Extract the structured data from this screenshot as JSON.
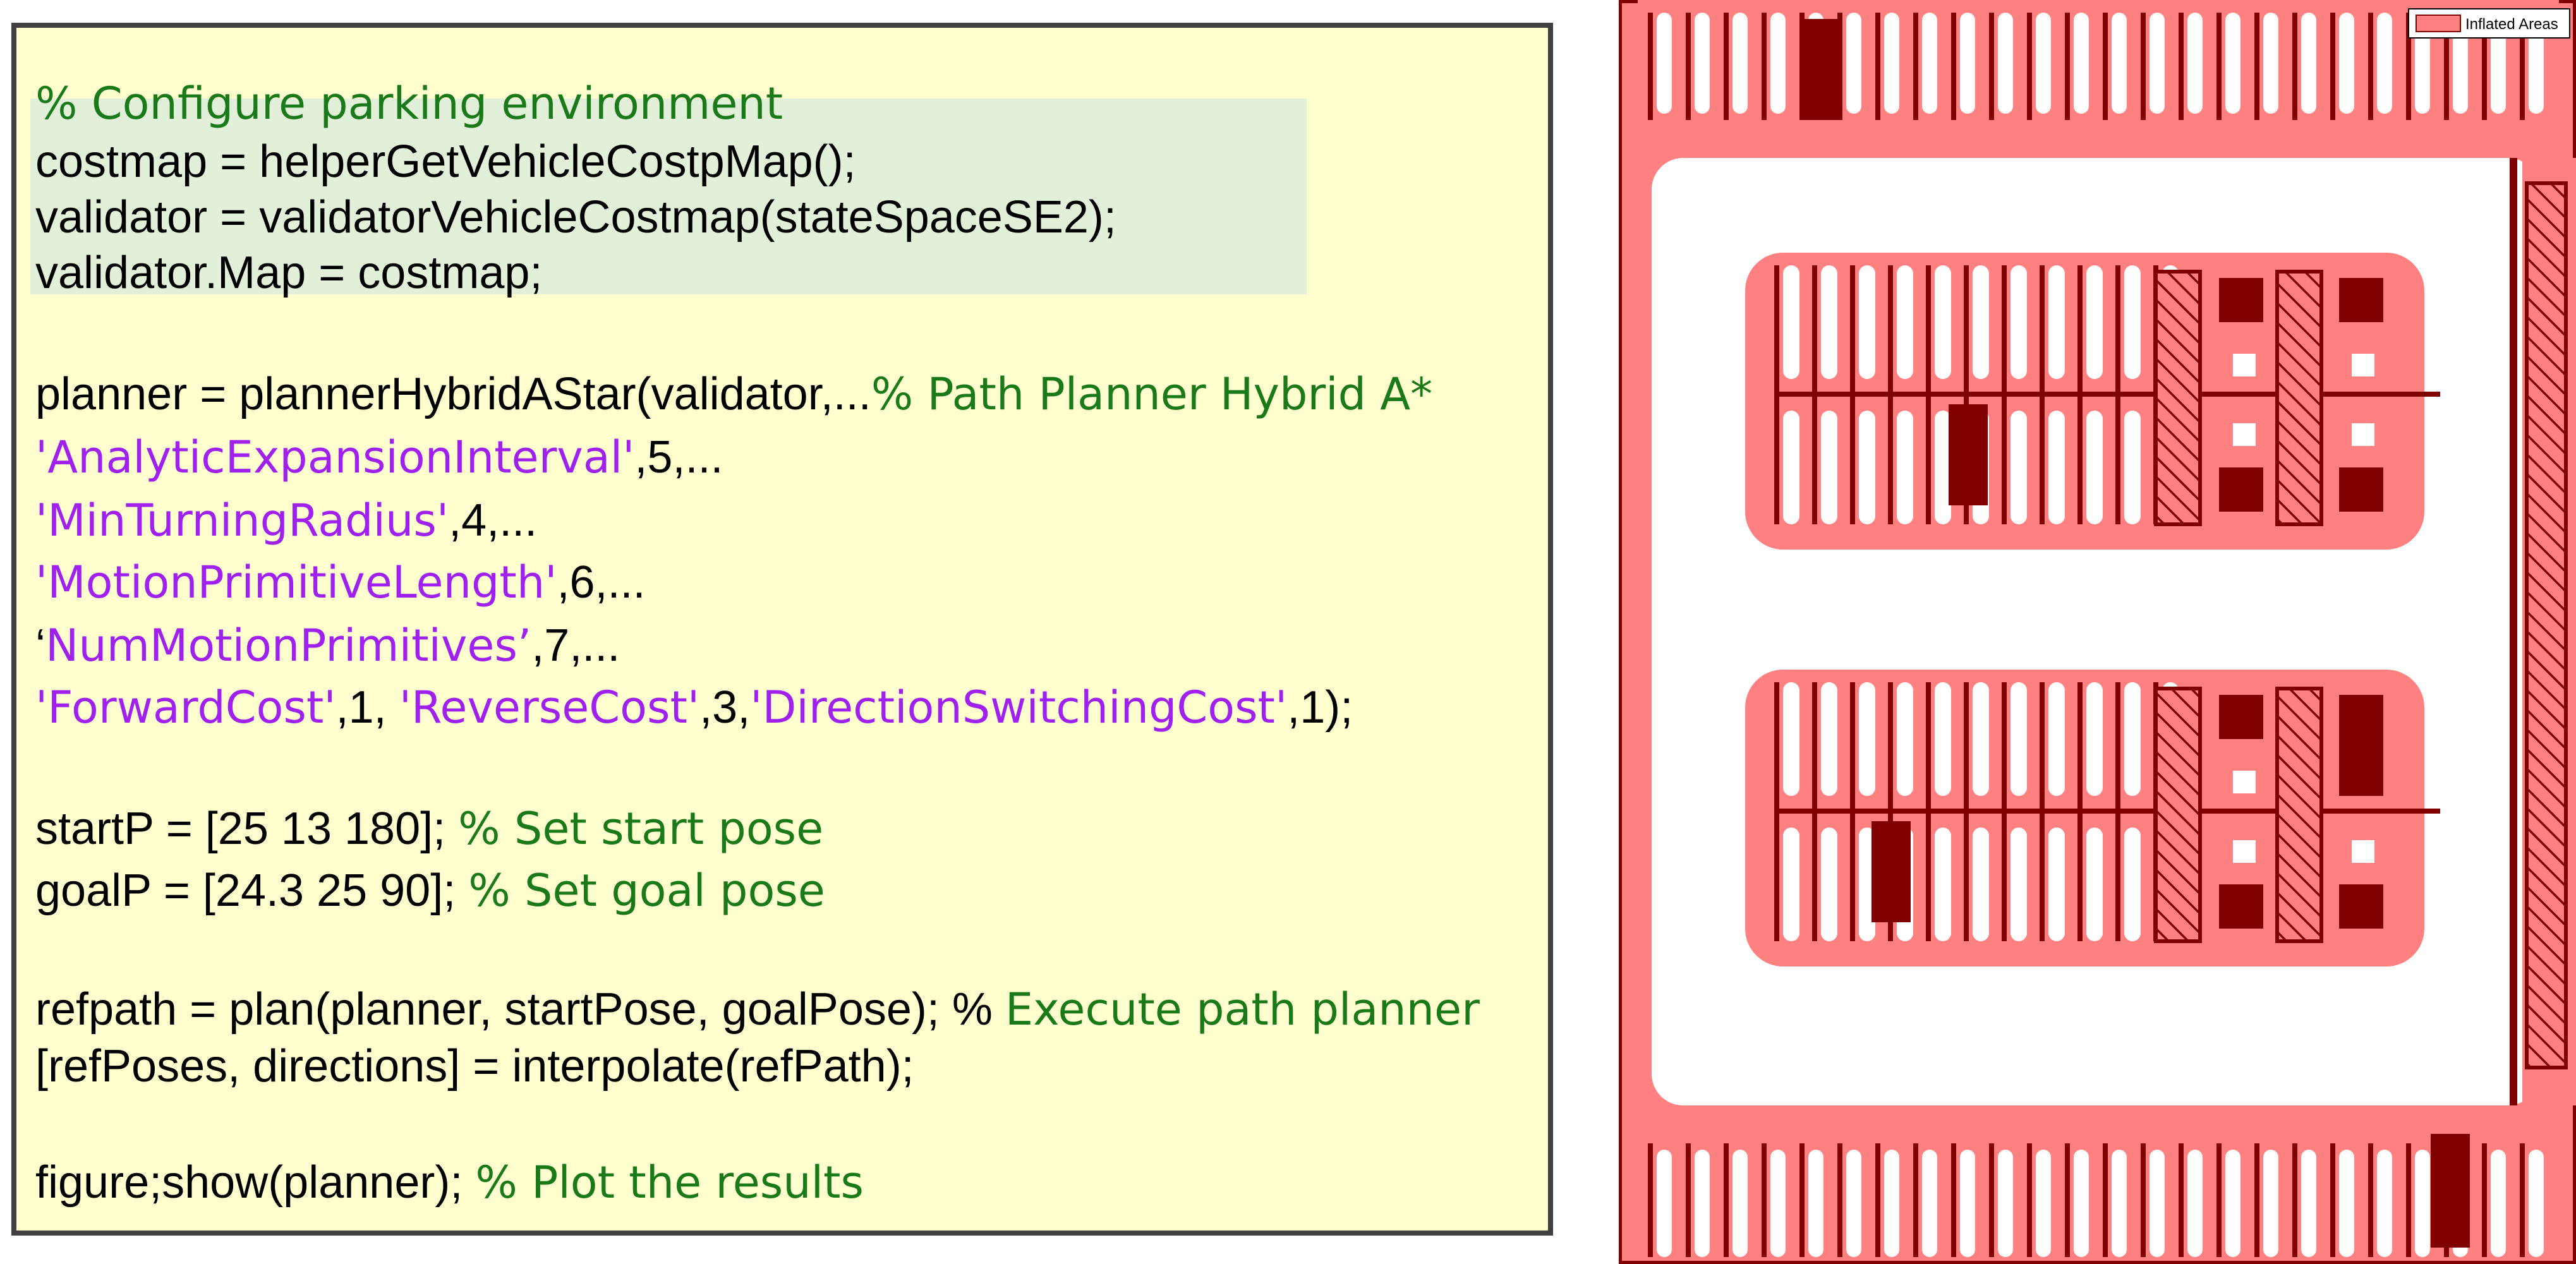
{
  "code": {
    "lines": [
      [
        {
          "t": "% Configure parking environment",
          "k": "comment"
        }
      ],
      [
        {
          "t": "costmap = helperGetVehicleCostpMap();",
          "k": "code"
        }
      ],
      [
        {
          "t": "validator = validatorVehicleCostmap(stateSpaceSE2);",
          "k": "code"
        }
      ],
      [
        {
          "t": "validator.Map = costmap;",
          "k": "code"
        }
      ],
      [
        {
          "t": "planner = plannerHybridAStar(validator,...",
          "k": "code"
        },
        {
          "t": "% Path Planner Hybrid A*",
          "k": "comment"
        }
      ],
      [
        {
          "t": "'AnalyticExpansionInterval'",
          "k": "string"
        },
        {
          "t": ",5,...",
          "k": "code"
        }
      ],
      [
        {
          "t": "'MinTurningRadius'",
          "k": "string"
        },
        {
          "t": ",4,...",
          "k": "code"
        }
      ],
      [
        {
          "t": "'MotionPrimitiveLength'",
          "k": "string"
        },
        {
          "t": ",6,...",
          "k": "code"
        }
      ],
      [
        {
          "t": "‘",
          "k": "code"
        },
        {
          "t": "NumMotionPrimitives’",
          "k": "string"
        },
        {
          "t": ",7,...",
          "k": "code"
        }
      ],
      [
        {
          "t": "'ForwardCost'",
          "k": "string"
        },
        {
          "t": ",1, ",
          "k": "code"
        },
        {
          "t": "'ReverseCost'",
          "k": "string"
        },
        {
          "t": ",3,",
          "k": "code"
        },
        {
          "t": "'DirectionSwitchingCost'",
          "k": "string"
        },
        {
          "t": ",1);",
          "k": "code"
        }
      ],
      [
        {
          "t": "startP = [25 13 180]; ",
          "k": "code"
        },
        {
          "t": "% Set start pose",
          "k": "comment"
        }
      ],
      [
        {
          "t": "goalP = [24.3 25 90]; ",
          "k": "code"
        },
        {
          "t": "% Set goal pose",
          "k": "comment"
        }
      ],
      [
        {
          "t": "refpath = plan(planner, startPose, goalPose); % ",
          "k": "code"
        },
        {
          "t": "Execute path planner",
          "k": "comment"
        }
      ],
      [
        {
          "t": "[refPoses, directions] = interpolate(refPath);",
          "k": "code"
        }
      ],
      [
        {
          "t": "figure;show(planner); ",
          "k": "code"
        },
        {
          "t": "% Plot the results",
          "k": "comment"
        }
      ]
    ]
  },
  "map": {
    "legend_label": "Inflated Areas",
    "colors": {
      "inflated": "#ff8080",
      "obstacle": "#800000",
      "free": "#ffffff"
    }
  },
  "colors": {
    "panel_background": "#fefece",
    "highlight": "#e2f0d9",
    "comment": "#1a7a1a",
    "string": "#a020f0",
    "code": "#000000"
  }
}
